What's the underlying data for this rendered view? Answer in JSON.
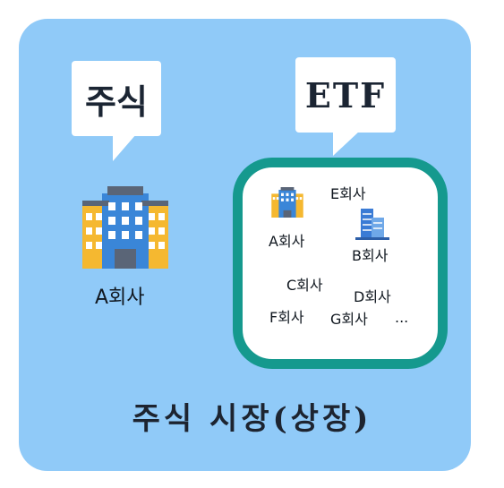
{
  "bubbles": {
    "stock": "주식",
    "etf": "ETF"
  },
  "left_company": "A회사",
  "etf_companies": {
    "e": "E회사",
    "a": "A회사",
    "b": "B회사",
    "c": "C회사",
    "d": "D회사",
    "f": "F회사",
    "g": "G회사",
    "more": "..."
  },
  "footer": "주식 시장(상장)",
  "icons": [
    "building-icon",
    "building-icon",
    "office-tower-icon"
  ],
  "colors": {
    "panel": "#90caf8",
    "etf_border": "#15998e",
    "building_body": "#f5b830",
    "building_center": "#3a86d8"
  }
}
